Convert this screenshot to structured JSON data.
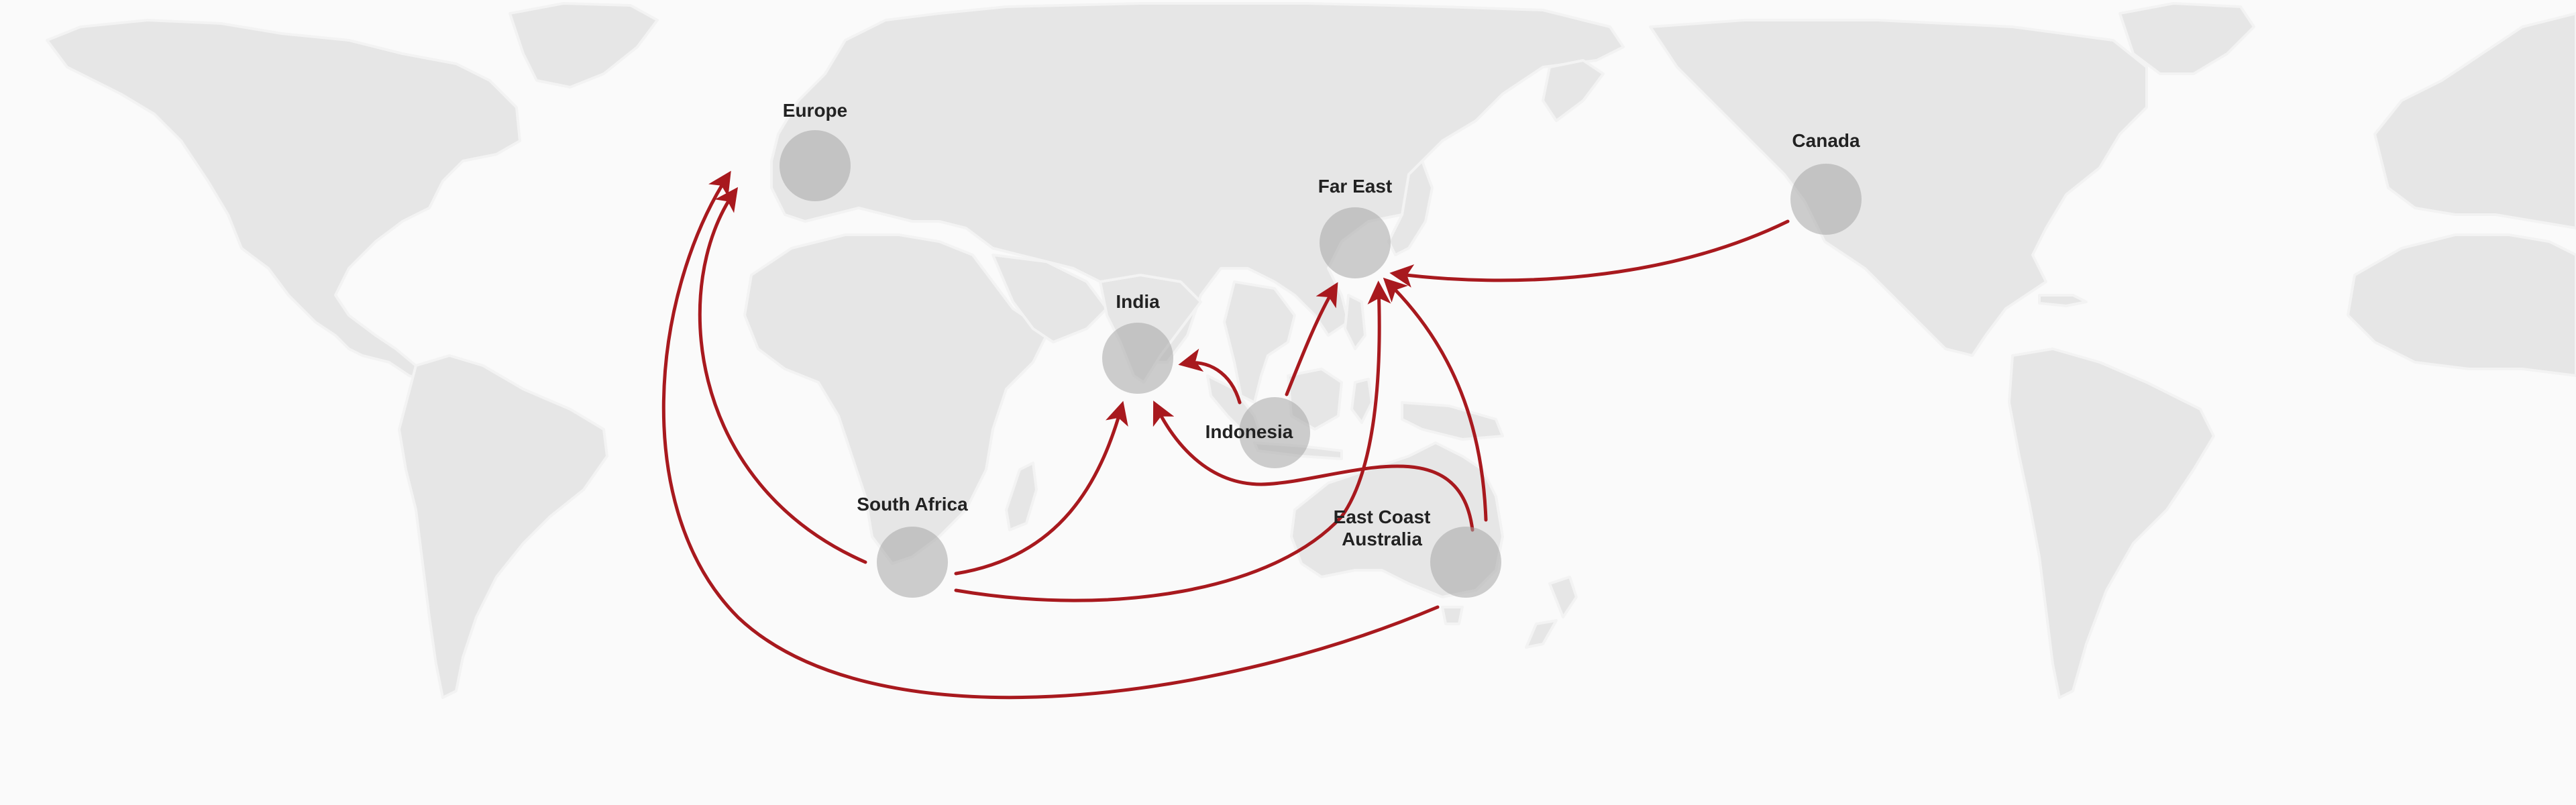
{
  "map": {
    "land_color": "#e6e6e6",
    "border_color": "#f3f3f3",
    "route_color": "#a8191e",
    "marker_color": "#a6a6a6",
    "regions": [
      {
        "id": "europe",
        "label": "Europe"
      },
      {
        "id": "canada",
        "label": "Canada"
      },
      {
        "id": "far-east",
        "label": "Far East"
      },
      {
        "id": "india",
        "label": "India"
      },
      {
        "id": "indonesia",
        "label": "Indonesia"
      },
      {
        "id": "south-africa",
        "label": "South Africa"
      },
      {
        "id": "east-coast-australia",
        "label": "East Coast\nAustralia"
      }
    ],
    "routes": [
      {
        "from": "south-africa",
        "to": "europe"
      },
      {
        "from": "south-africa",
        "to": "india"
      },
      {
        "from": "south-africa",
        "to": "far-east"
      },
      {
        "from": "east-coast-australia",
        "to": "europe"
      },
      {
        "from": "east-coast-australia",
        "to": "india"
      },
      {
        "from": "east-coast-australia",
        "to": "far-east"
      },
      {
        "from": "indonesia",
        "to": "india"
      },
      {
        "from": "indonesia",
        "to": "far-east"
      },
      {
        "from": "canada",
        "to": "far-east"
      }
    ]
  }
}
